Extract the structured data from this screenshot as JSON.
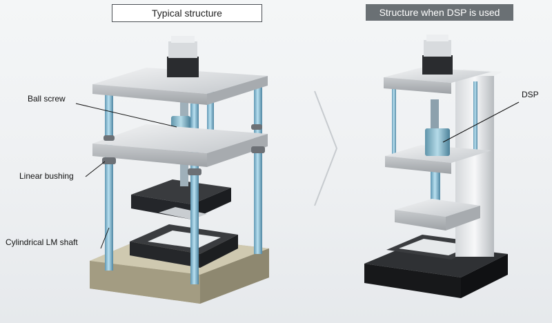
{
  "titles": {
    "left": "Typical structure",
    "right": "Structure when DSP is used"
  },
  "labels": {
    "ball_screw": "Ball screw",
    "linear_bushing": "Linear bushing",
    "cylindrical_lm_shaft": "Cylindrical LM shaft",
    "dsp": "DSP"
  },
  "colors": {
    "shaft_blue": "#8fc3dc",
    "plate_gray": "#c9cdd1",
    "base_tan": "#a59f86",
    "die_black": "#2b2d30",
    "title_right_bg": "#6a7074"
  },
  "icons": {
    "arrow": "chevron-right-icon",
    "motor": "motor-icon"
  }
}
